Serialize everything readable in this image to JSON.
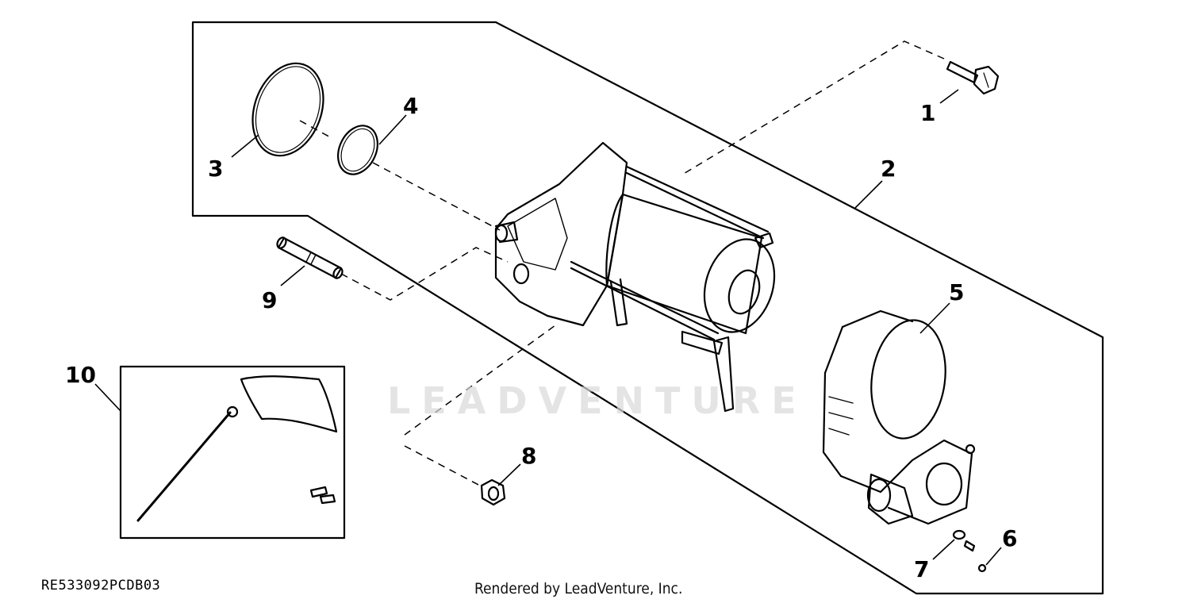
{
  "diagram": {
    "id_code": "RE533092PCDB03",
    "credit": "Rendered by LeadVenture, Inc.",
    "watermark": "LEADVENTURE",
    "callouts": [
      {
        "label": "1"
      },
      {
        "label": "2"
      },
      {
        "label": "3"
      },
      {
        "label": "4"
      },
      {
        "label": "5"
      },
      {
        "label": "6"
      },
      {
        "label": "7"
      },
      {
        "label": "8"
      },
      {
        "label": "9"
      },
      {
        "label": "10"
      }
    ]
  }
}
